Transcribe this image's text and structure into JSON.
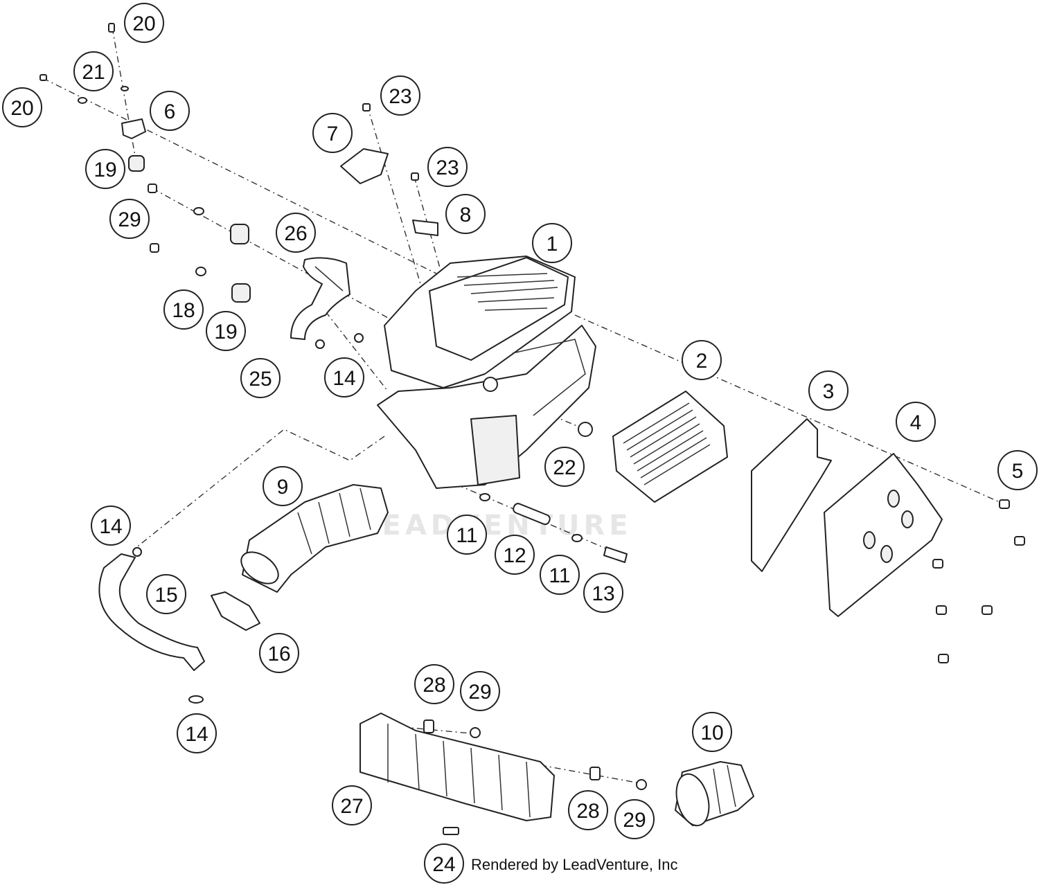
{
  "callouts": [
    "20",
    "21",
    "20",
    "6",
    "19",
    "29",
    "7",
    "23",
    "23",
    "8",
    "26",
    "1",
    "18",
    "19",
    "25",
    "14",
    "2",
    "3",
    "4",
    "5",
    "22",
    "9",
    "14",
    "11",
    "12",
    "11",
    "13",
    "15",
    "16",
    "14",
    "28",
    "29",
    "10",
    "27",
    "28",
    "29",
    "24"
  ],
  "footer": {
    "credit": "Rendered by LeadVenture, Inc"
  },
  "watermark": "LEADVENTURE"
}
